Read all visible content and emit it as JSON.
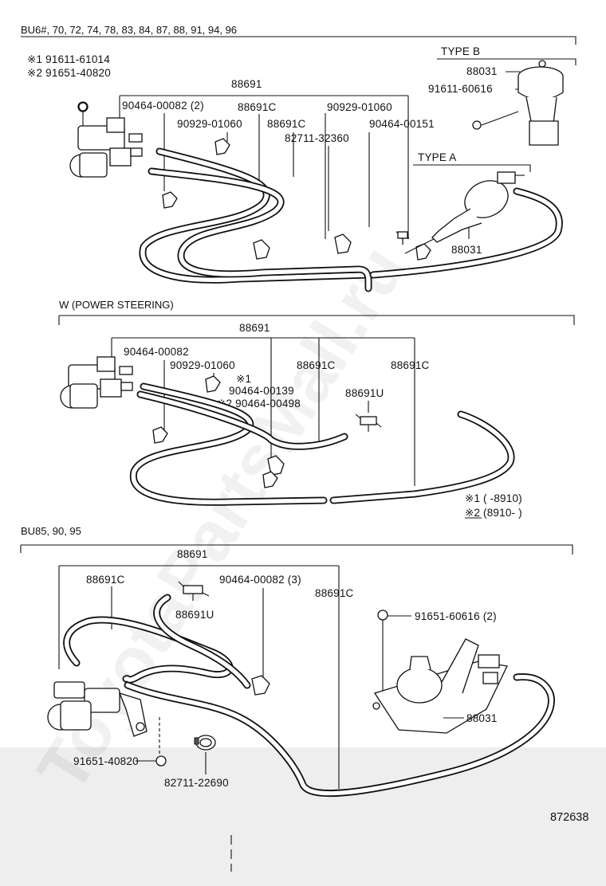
{
  "watermark": "ToyotaPartsMall.ru",
  "figure_code": "872638",
  "section1": {
    "header": "BU6#, 70, 72, 74, 78, 83, 84, 87, 88, 91, 94, 96",
    "note1": "※1 91611-61014",
    "note2": "※2 91651-40820",
    "hose_set": "88691",
    "clip_a": "90464-00082 (2)",
    "hose_c1": "88691C",
    "clip_b": "90929-01060",
    "hose_c2": "88691C",
    "clip_c": "90929-01060",
    "clip_d": "90464-00151",
    "clamp": "82711-32360",
    "type_b": "TYPE B",
    "type_b_part": "88031",
    "type_b_bolt": "91611-60616",
    "type_a": "TYPE A",
    "type_a_part": "88031"
  },
  "section2": {
    "header": "W (POWER STEERING)",
    "hose_set": "88691",
    "clip_a": "90464-00082",
    "clip_b": "90929-01060",
    "note_mark1": "※1",
    "clip_c": "90464-00139",
    "clip_d": "※2 90464-00498",
    "hose_c1": "88691C",
    "hose_c2": "88691C",
    "hose_u": "88691U",
    "legend1_mark": "※1",
    "legend1_text": "(      -8910)",
    "legend2_mark": "※2",
    "legend2_text": "(8910-      )"
  },
  "section3": {
    "header": "BU85, 90, 95",
    "hose_set": "88691",
    "hose_c1": "88691C",
    "clip_a": "90464-00082 (3)",
    "hose_c2": "88691C",
    "hose_u": "88691U",
    "bolt_b": "91651-60616 (2)",
    "actuator": "88031",
    "bolt_a": "91651-40820",
    "clamp": "82711-22690"
  },
  "icons": [
    "vsv-valve-icon",
    "vacuum-actuator-icon",
    "hose-clip-icon",
    "hose-clamp-icon",
    "tee-joint-icon",
    "bolt-marker-icon"
  ]
}
